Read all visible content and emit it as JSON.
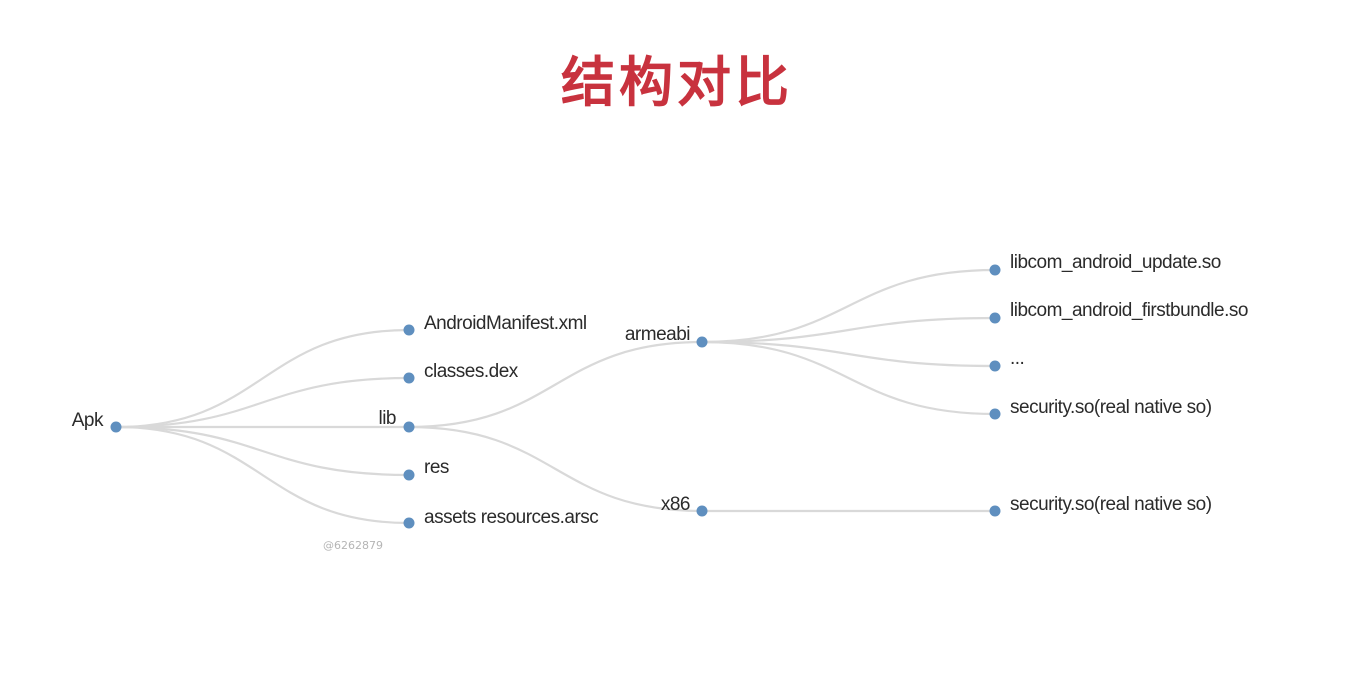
{
  "slide": {
    "title": "结构对比",
    "watermark": "@6262879",
    "colors": {
      "title": "#c8323e",
      "node": "#5f8fbf",
      "link": "#d9d9d9",
      "label": "#2b2b2b"
    }
  },
  "tree": {
    "nodes": [
      {
        "id": "apk",
        "label": "Apk",
        "parent": null
      },
      {
        "id": "manifest",
        "label": "AndroidManifest.xml",
        "parent": "apk"
      },
      {
        "id": "classes",
        "label": "classes.dex",
        "parent": "apk"
      },
      {
        "id": "lib",
        "label": "lib",
        "parent": "apk"
      },
      {
        "id": "res",
        "label": "res",
        "parent": "apk"
      },
      {
        "id": "assets",
        "label": "assets resources.arsc",
        "parent": "apk"
      },
      {
        "id": "armeabi",
        "label": "armeabi",
        "parent": "lib"
      },
      {
        "id": "x86",
        "label": "x86",
        "parent": "lib"
      },
      {
        "id": "update",
        "label": "libcom_android_update.so",
        "parent": "armeabi"
      },
      {
        "id": "firstbundle",
        "label": "libcom_android_firstbundle.so",
        "parent": "armeabi"
      },
      {
        "id": "ellipsis",
        "label": "...",
        "parent": "armeabi"
      },
      {
        "id": "security_arm",
        "label": "security.so(real native so)",
        "parent": "armeabi"
      },
      {
        "id": "security_x86",
        "label": "security.so(real native so)",
        "parent": "x86"
      }
    ]
  }
}
